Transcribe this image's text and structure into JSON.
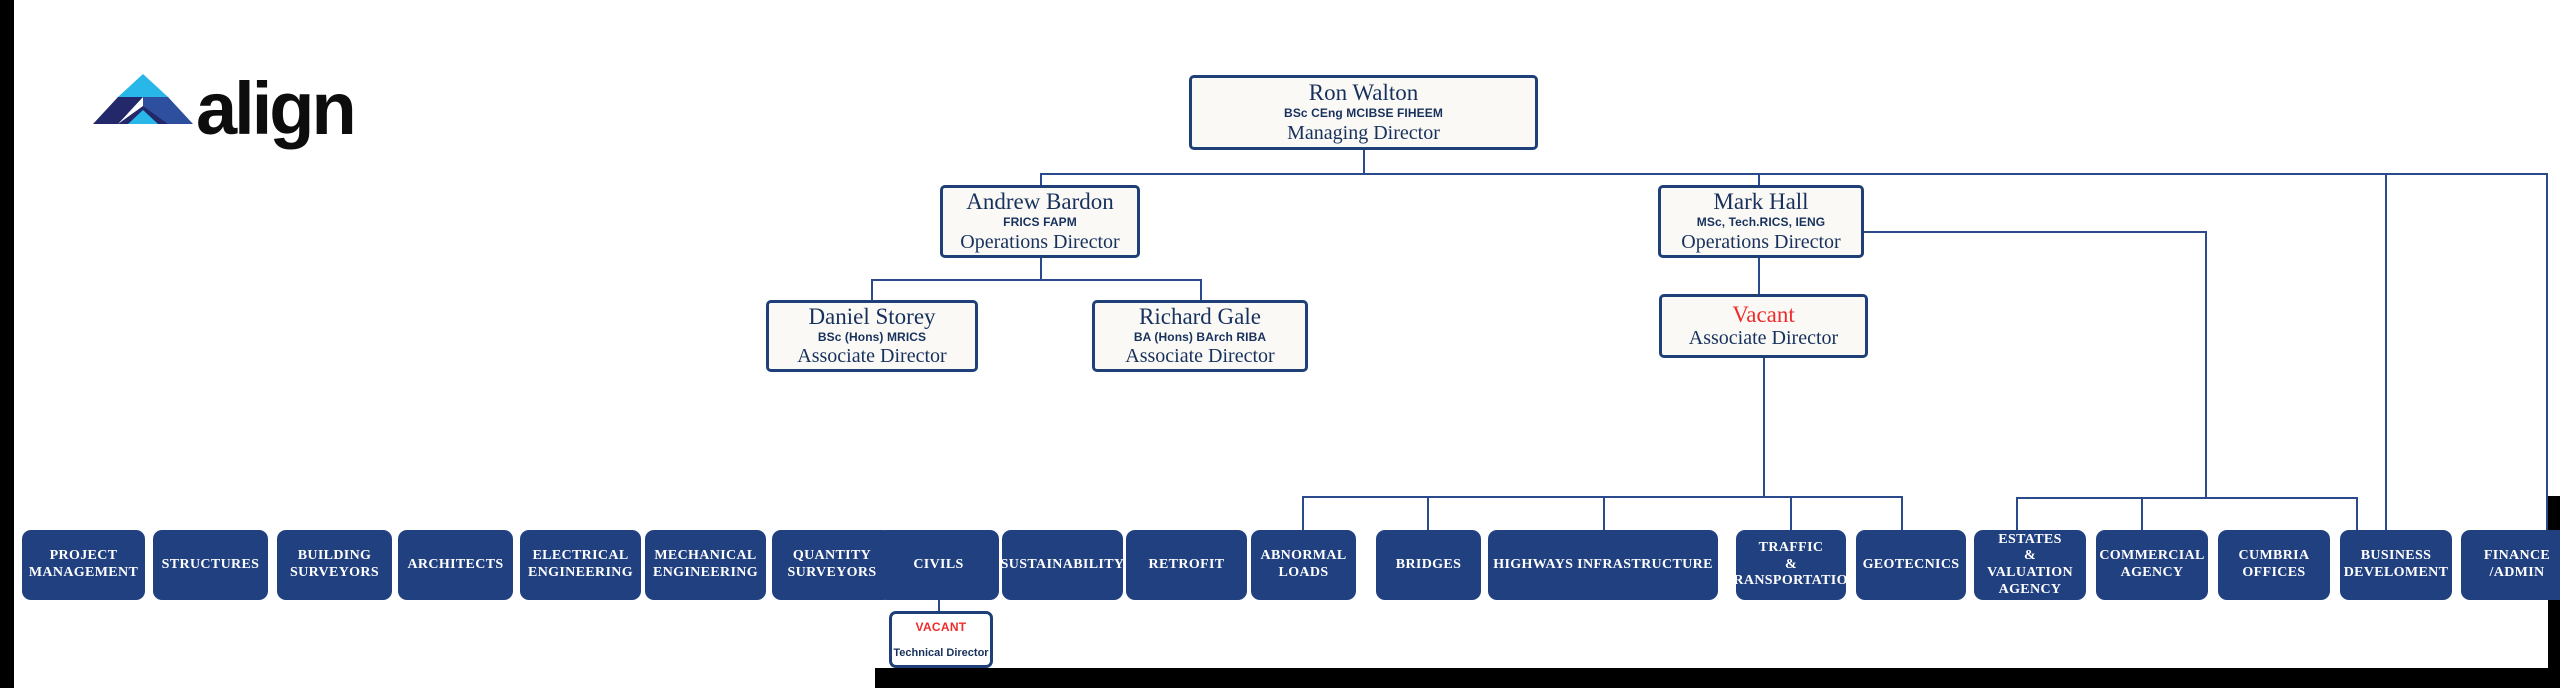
{
  "logo": {
    "name": "align",
    "wordmark": "align",
    "colors": {
      "cyan": "#29b6e8",
      "navy": "#23286b",
      "blue": "#2e4f9e",
      "text": "#0d0d0d"
    }
  },
  "palette": {
    "box_border": "#1f3f78",
    "box_fill": "#faf9f6",
    "text_navy": "#17315c",
    "vacant_red": "#ef2c2c",
    "dept_fill": "#21407f",
    "dept_text": "#ffffff",
    "connector": "#2b4a8b"
  },
  "chart": {
    "type": "org-chart",
    "levels": [
      {
        "level": 1,
        "nodes": [
          {
            "id": "ron-walton",
            "name": "Ron Walton",
            "qualifications": "BSc CEng MCIBSE FIHEEM",
            "role": "Managing Director",
            "vacant": false
          }
        ]
      },
      {
        "level": 2,
        "nodes": [
          {
            "id": "andrew-bardon",
            "name": "Andrew Bardon",
            "qualifications": "FRICS FAPM",
            "role": "Operations Director",
            "vacant": false,
            "parent": "ron-walton"
          },
          {
            "id": "mark-hall",
            "name": "Mark Hall",
            "qualifications": "MSc, Tech.RICS, IENG",
            "role": "Operations Director",
            "vacant": false,
            "parent": "ron-walton"
          }
        ]
      },
      {
        "level": 3,
        "nodes": [
          {
            "id": "daniel-storey",
            "name": "Daniel Storey",
            "qualifications": "BSc (Hons) MRICS",
            "role": "Associate Director",
            "vacant": false,
            "parent": "andrew-bardon"
          },
          {
            "id": "richard-gale",
            "name": "Richard Gale",
            "qualifications": "BA (Hons) BArch RIBA",
            "role": "Associate Director",
            "vacant": false,
            "parent": "andrew-bardon"
          },
          {
            "id": "vacant-associate-director",
            "name": "Vacant",
            "qualifications": "",
            "role": "Associate Director",
            "vacant": true,
            "parent": "mark-hall"
          }
        ]
      }
    ],
    "technical_director": {
      "id": "vacant-technical-director",
      "name": "VACANT",
      "role": "Technical Director",
      "vacant": true,
      "attached_to": "civils"
    },
    "departments": [
      {
        "id": "project-management",
        "lines": [
          "PROJECT",
          "MANAGEMENT"
        ]
      },
      {
        "id": "structures",
        "lines": [
          "STRUCTURES"
        ]
      },
      {
        "id": "building-surveyors",
        "lines": [
          "BUILDING",
          "SURVEYORS"
        ]
      },
      {
        "id": "architects",
        "lines": [
          "ARCHITECTS"
        ]
      },
      {
        "id": "electrical-engineering",
        "lines": [
          "ELECTRICAL",
          "ENGINEERING"
        ]
      },
      {
        "id": "mechanical-engineering",
        "lines": [
          "MECHANICAL",
          "ENGINEERING"
        ]
      },
      {
        "id": "quantity-surveyors",
        "lines": [
          "QUANTITY",
          "SURVEYORS"
        ]
      },
      {
        "id": "civils",
        "lines": [
          "CIVILS"
        ]
      },
      {
        "id": "sustainability",
        "lines": [
          "SUSTAINABILITY"
        ]
      },
      {
        "id": "retrofit",
        "lines": [
          "RETROFIT"
        ]
      },
      {
        "id": "abnormal-loads",
        "lines": [
          "ABNORMAL",
          "LOADS"
        ]
      },
      {
        "id": "bridges",
        "lines": [
          "BRIDGES"
        ]
      },
      {
        "id": "highways-infrastructure",
        "lines": [
          "HIGHWAYS INFRASTRUCTURE"
        ]
      },
      {
        "id": "traffic-transportation",
        "lines": [
          "TRAFFIC",
          "&",
          "TRANSPORTATION"
        ]
      },
      {
        "id": "geotecnics",
        "lines": [
          "GEOTECNICS"
        ]
      },
      {
        "id": "estates-valuation-agency",
        "lines": [
          "ESTATES",
          "&",
          "VALUATION",
          "AGENCY"
        ]
      },
      {
        "id": "commercial-agency",
        "lines": [
          "COMMERCIAL",
          "AGENCY"
        ]
      },
      {
        "id": "cumbria-offices",
        "lines": [
          "CUMBRIA",
          "OFFICES"
        ]
      },
      {
        "id": "business-develoment",
        "lines": [
          "BUSINESS",
          "DEVELOMENT"
        ]
      },
      {
        "id": "finance-admin",
        "lines": [
          "FINANCE /ADMIN"
        ]
      }
    ]
  }
}
